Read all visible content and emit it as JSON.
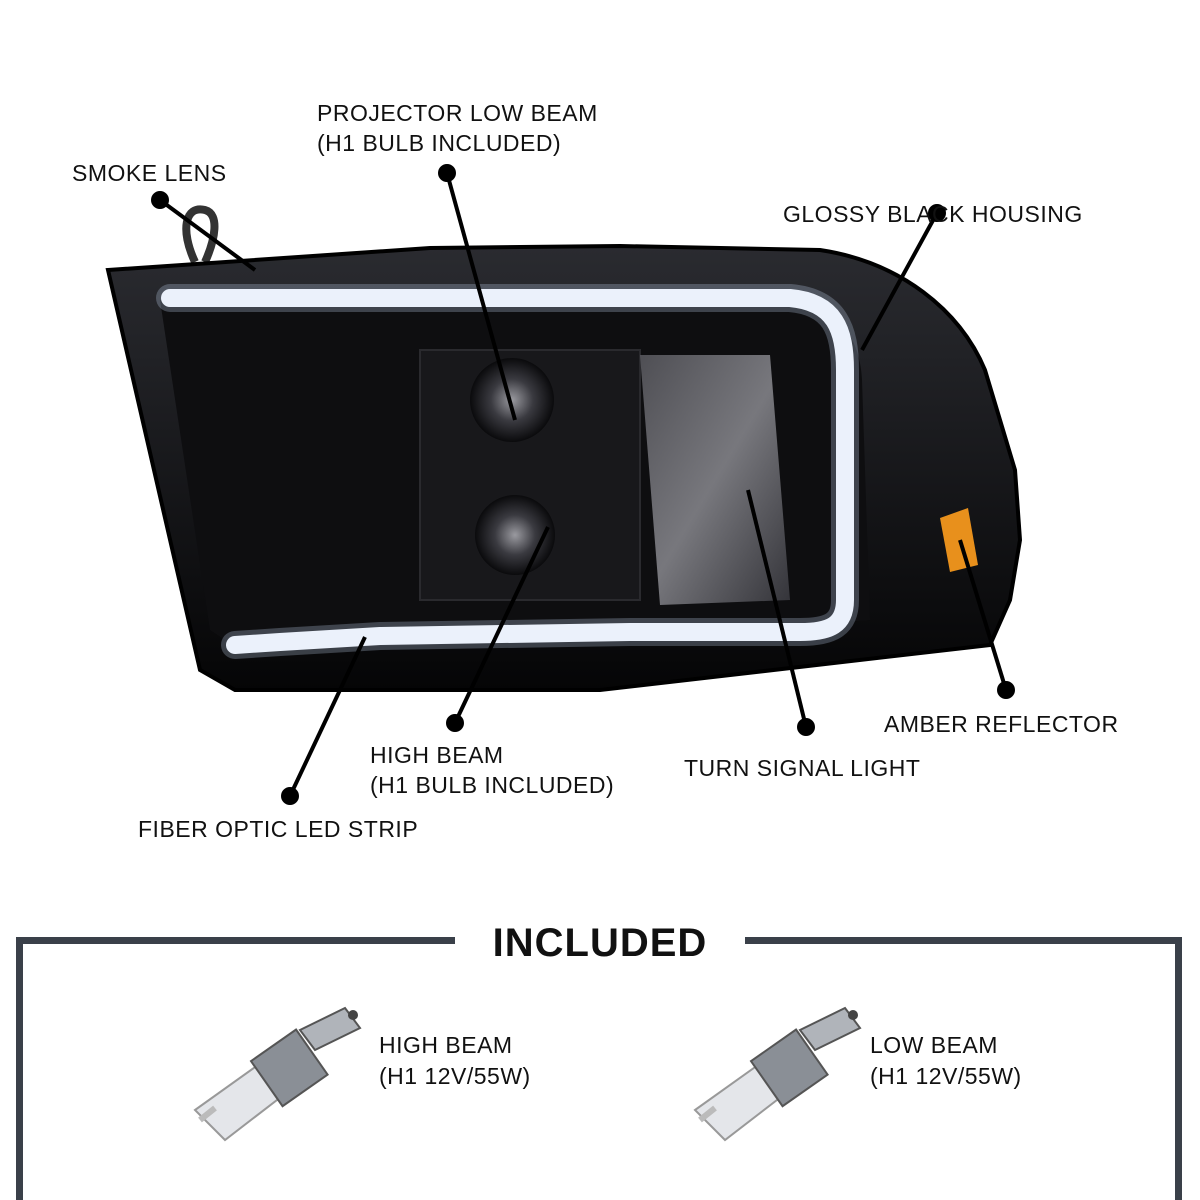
{
  "callouts": {
    "projector_low_beam": [
      "PROJECTOR LOW BEAM",
      "(H1 BULB INCLUDED)"
    ],
    "smoke_lens": "SMOKE LENS",
    "glossy_black_housing": "GLOSSY BLACK HOUSING",
    "high_beam": [
      "HIGH BEAM",
      "(H1 BULB INCLUDED)"
    ],
    "fiber_optic_led_strip": "FIBER OPTIC LED STRIP",
    "turn_signal_light": "TURN SIGNAL LIGHT",
    "amber_reflector": "AMBER REFLECTOR"
  },
  "included": {
    "title": "INCLUDED",
    "items": [
      {
        "name": "HIGH BEAM",
        "spec": "(H1 12V/55W)"
      },
      {
        "name": "LOW BEAM",
        "spec": "(H1 12V/55W)"
      }
    ]
  },
  "colors": {
    "housing": "#0c0c0e",
    "led_strip": "#f4f6fa",
    "amber": "#e8901c",
    "frame": "#3a4049",
    "callout_line": "#000000"
  }
}
